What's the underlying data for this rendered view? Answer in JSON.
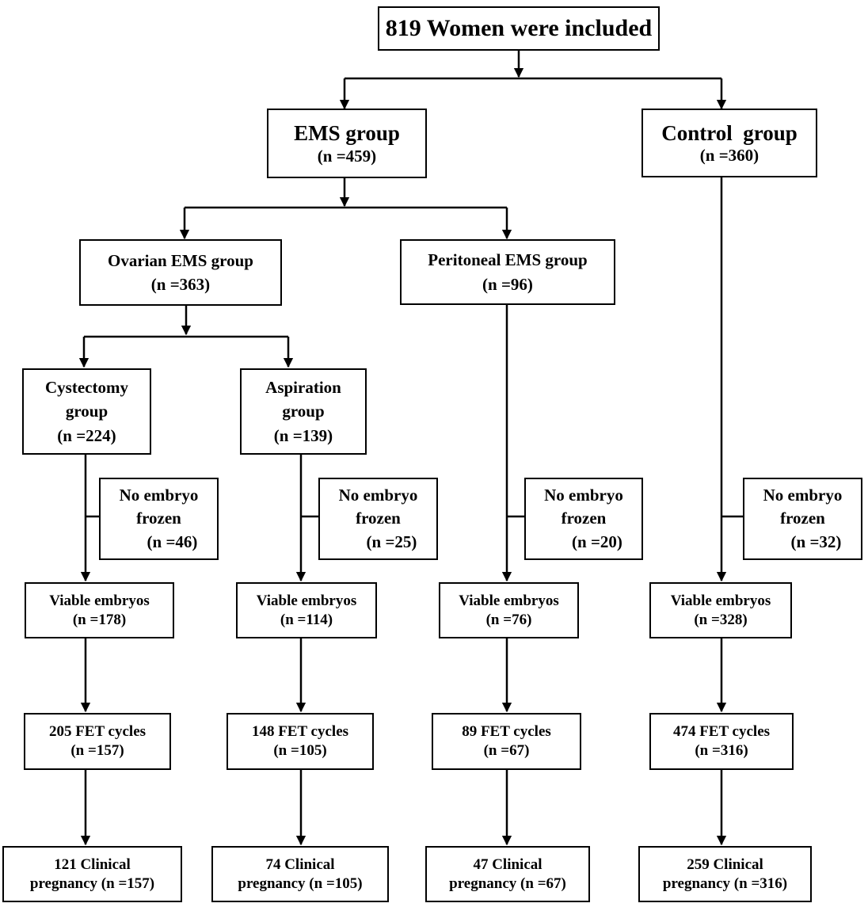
{
  "root": {
    "label": "819 Women were included"
  },
  "ems": {
    "title": "EMS group",
    "n": "(n =459)"
  },
  "control": {
    "title": "Control  group",
    "n": "(n =360)"
  },
  "ovarian": {
    "title": "Ovarian EMS group",
    "n": "(n =363)"
  },
  "peritoneal": {
    "title": "Peritoneal EMS group",
    "n": "(n =96)"
  },
  "cystectomy": {
    "line1": "Cystectomy",
    "line2": "group",
    "n": "(n =224)"
  },
  "aspiration": {
    "line1": "Aspiration",
    "line2": "group",
    "n": "(n =139)"
  },
  "no_embryo": [
    {
      "line1": "No embryo",
      "line2": "frozen",
      "n": "(n =46)"
    },
    {
      "line1": "No embryo",
      "line2": "frozen",
      "n": "(n =25)"
    },
    {
      "line1": "No embryo",
      "line2": "frozen",
      "n": "(n =20)"
    },
    {
      "line1": "No embryo",
      "line2": "frozen",
      "n": "(n =32)"
    }
  ],
  "viable": [
    {
      "title": "Viable embryos",
      "n": "(n =178)"
    },
    {
      "title": "Viable embryos",
      "n": "(n =114)"
    },
    {
      "title": "Viable embryos",
      "n": "(n =76)"
    },
    {
      "title": "Viable embryos",
      "n": "(n =328)"
    }
  ],
  "fet": [
    {
      "title": "205 FET cycles",
      "n": "(n =157)"
    },
    {
      "title": "148 FET cycles",
      "n": "(n =105)"
    },
    {
      "title": "89 FET cycles",
      "n": "(n =67)"
    },
    {
      "title": "474 FET cycles",
      "n": "(n =316)"
    }
  ],
  "clinical": [
    {
      "line1": "121 Clinical",
      "line2": "pregnancy (n =157)"
    },
    {
      "line1": "74 Clinical",
      "line2": "pregnancy (n =105)"
    },
    {
      "line1": "47 Clinical",
      "line2": "pregnancy (n =67)"
    },
    {
      "line1": "259 Clinical",
      "line2": "pregnancy (n =316)"
    }
  ]
}
